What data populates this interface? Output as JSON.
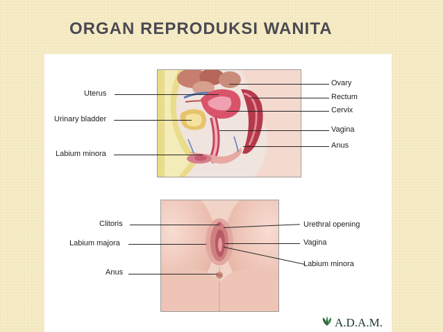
{
  "title": "ORGAN  REPRODUKSI  WANITA",
  "top_diagram": {
    "left_labels": {
      "uterus": "Uterus",
      "urinary_bladder": "Urinary bladder",
      "labium_minora": "Labium minora"
    },
    "right_labels": {
      "ovary": "Ovary",
      "rectum": "Rectum",
      "cervix": "Cervix",
      "vagina": "Vagina",
      "anus": "Anus"
    }
  },
  "bottom_diagram": {
    "left_labels": {
      "clitoris": "Clitoris",
      "labium_majora": "Labium majora",
      "anus": "Anus"
    },
    "right_labels": {
      "urethral_opening": "Urethral opening",
      "vagina": "Vagina",
      "labium_minora": "Labium minora"
    }
  },
  "logo": {
    "text": "A.D.A.M.",
    "icon": "leaf-icon"
  },
  "colors": {
    "background": "#f6ecc7",
    "title": "#4a4a52",
    "panel": "#ffffff",
    "logo": "#1a3a2a"
  }
}
